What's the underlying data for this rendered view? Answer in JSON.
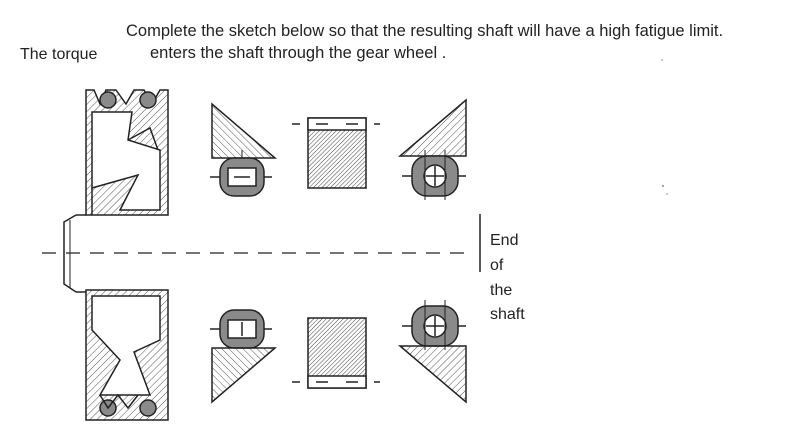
{
  "instruction": {
    "line1": "Complete the sketch below so that the resulting shaft will have a high fatigue limit.",
    "line2": "enters the shaft through the gear wheel ."
  },
  "torque_label": "The torque",
  "end_of_shaft_label": [
    "End",
    "of",
    "the",
    "shaft"
  ],
  "colors": {
    "ink": "#222222",
    "hatch": "#555555",
    "shade": "#8a8a8a"
  }
}
